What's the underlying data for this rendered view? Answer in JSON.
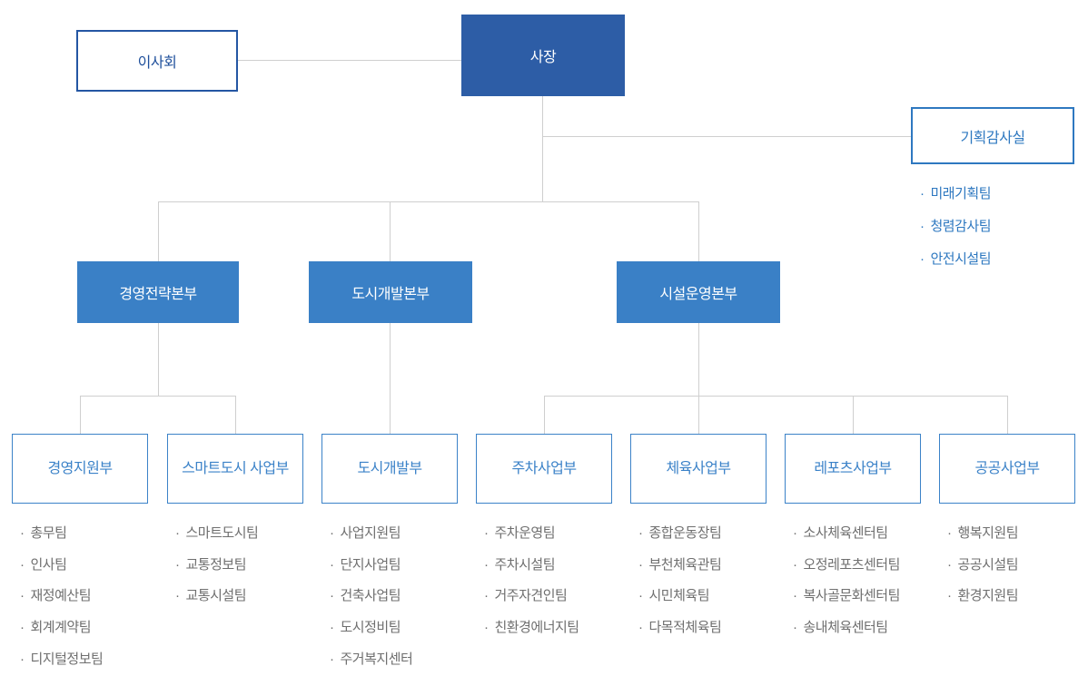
{
  "colors": {
    "president_bg": "#2D5DA6",
    "division_bg": "#3A80C6",
    "board_border": "#2456A3",
    "board_text": "#1E4F9B",
    "audit_accent": "#2E78C0",
    "dept_accent": "#3B82C8",
    "team_text": "#6F6F6F",
    "line": "#CFCFCF"
  },
  "org": {
    "board_label": "이사회",
    "president_label": "사장",
    "audit": {
      "label": "기획감사실",
      "teams": [
        "미래기획팀",
        "청렴감사팀",
        "안전시설팀"
      ]
    },
    "divisions": [
      {
        "label": "경영전략본부"
      },
      {
        "label": "도시개발본부"
      },
      {
        "label": "시설운영본부"
      }
    ],
    "departments": [
      {
        "label": "경영지원부",
        "teams": [
          "총무팀",
          "인사팀",
          "재정예산팀",
          "회계계약팀",
          "디지털정보팀"
        ]
      },
      {
        "label": "스마트도시 사업부",
        "teams": [
          "스마트도시팀",
          "교통정보팀",
          "교통시설팀"
        ]
      },
      {
        "label": "도시개발부",
        "teams": [
          "사업지원팀",
          "단지사업팀",
          "건축사업팀",
          "도시정비팀",
          "주거복지센터"
        ]
      },
      {
        "label": "주차사업부",
        "teams": [
          "주차운영팀",
          "주차시설팀",
          "거주자견인팀",
          "친환경에너지팀"
        ]
      },
      {
        "label": "체육사업부",
        "teams": [
          "종합운동장팀",
          "부천체육관팀",
          "시민체육팀",
          "다목적체육팀"
        ]
      },
      {
        "label": "레포츠사업부",
        "teams": [
          "소사체육센터팀",
          "오정레포츠센터팀",
          "복사골문화센터팀",
          "송내체육센터팀"
        ]
      },
      {
        "label": "공공사업부",
        "teams": [
          "행복지원팀",
          "공공시설팀",
          "환경지원팀"
        ]
      }
    ]
  }
}
